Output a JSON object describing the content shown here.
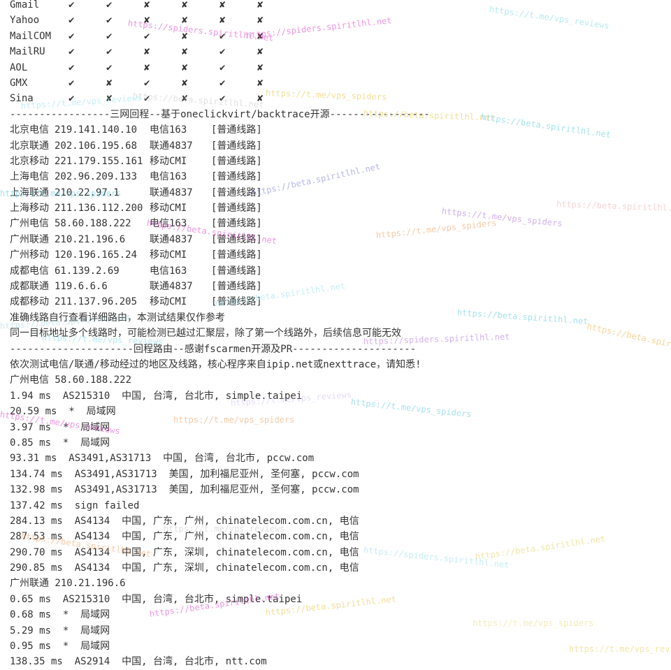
{
  "mail_table": {
    "rows": [
      {
        "provider": "Gmail",
        "marks": [
          "✔",
          "✔",
          "✘",
          "✘",
          "✘",
          "✘"
        ]
      },
      {
        "provider": "Yahoo",
        "marks": [
          "✔",
          "✔",
          "✘",
          "✘",
          "✘",
          "✘"
        ]
      },
      {
        "provider": "MailCOM",
        "marks": [
          "✔",
          "✔",
          "✔",
          "✘",
          "✔",
          "✘"
        ]
      },
      {
        "provider": "MailRU",
        "marks": [
          "✔",
          "✔",
          "✘",
          "✘",
          "✔",
          "✘"
        ]
      },
      {
        "provider": "AOL",
        "marks": [
          "✔",
          "✔",
          "✘",
          "✘",
          "✔",
          "✘"
        ]
      },
      {
        "provider": "GMX",
        "marks": [
          "✔",
          "✘",
          "✔",
          "✘",
          "✔",
          "✘"
        ]
      },
      {
        "provider": "Sina",
        "marks": [
          "✔",
          "✘",
          "✔",
          "✘",
          "✔",
          "✘"
        ]
      }
    ]
  },
  "backtrace": {
    "header": "-----------------三网回程--基于oneclickvirt/backtrace开源-----------------",
    "routes": [
      {
        "location": "北京电信",
        "ip": "219.141.140.10",
        "isp": "电信163",
        "route": "[普通线路]"
      },
      {
        "location": "北京联通",
        "ip": "202.106.195.68",
        "isp": "联通4837",
        "route": "[普通线路]"
      },
      {
        "location": "北京移动",
        "ip": "221.179.155.161",
        "isp": "移动CMI",
        "route": "[普通线路]"
      },
      {
        "location": "上海电信",
        "ip": "202.96.209.133",
        "isp": "电信163",
        "route": "[普通线路]"
      },
      {
        "location": "上海联通",
        "ip": "210.22.97.1",
        "isp": "联通4837",
        "route": "[普通线路]"
      },
      {
        "location": "上海移动",
        "ip": "211.136.112.200",
        "isp": "移动CMI",
        "route": "[普通线路]"
      },
      {
        "location": "广州电信",
        "ip": "58.60.188.222",
        "isp": "电信163",
        "route": "[普通线路]"
      },
      {
        "location": "广州联通",
        "ip": "210.21.196.6",
        "isp": "联通4837",
        "route": "[普通线路]"
      },
      {
        "location": "广州移动",
        "ip": "120.196.165.24",
        "isp": "移动CMI",
        "route": "[普通线路]"
      },
      {
        "location": "成都电信",
        "ip": "61.139.2.69",
        "isp": "电信163",
        "route": "[普通线路]"
      },
      {
        "location": "成都联通",
        "ip": "119.6.6.6",
        "isp": "联通4837",
        "route": "[普通线路]"
      },
      {
        "location": "成都移动",
        "ip": "211.137.96.205",
        "isp": "移动CMI",
        "route": "[普通线路]"
      }
    ],
    "note1": "准确线路自行查看详细路由，本测试结果仅作参考",
    "note2": "同一目标地址多个线路时，可能检测已越过汇聚层，除了第一个线路外，后续信息可能无效"
  },
  "route_trace": {
    "header": "---------------------回程路由--感谢fscarmen开源及PR---------------------",
    "intro": "依次测试电信/联通/移动经过的地区及线路，核心程序来自ipip.net或nexttrace，请知悉!",
    "targets": [
      {
        "title": "广州电信 58.60.188.222",
        "hops": [
          "1.94 ms  AS215310  中国, 台湾, 台北市, simple.taipei",
          "20.59 ms  *  局域网",
          "3.97 ms  *  局域网",
          "0.85 ms  *  局域网",
          "93.31 ms  AS3491,AS31713  中国, 台湾, 台北市, pccw.com",
          "134.74 ms  AS3491,AS31713  美国, 加利福尼亚州, 圣何塞, pccw.com",
          "132.98 ms  AS3491,AS31713  美国, 加利福尼亚州, 圣何塞, pccw.com",
          "137.42 ms  sign failed",
          "284.13 ms  AS4134  中国, 广东, 广州, chinatelecom.com.cn, 电信",
          "287.53 ms  AS4134  中国, 广东, 广州, chinatelecom.com.cn, 电信",
          "290.70 ms  AS4134  中国, 广东, 深圳, chinatelecom.com.cn, 电信",
          "290.85 ms  AS4134  中国, 广东, 深圳, chinatelecom.com.cn, 电信"
        ]
      },
      {
        "title": "广州联通 210.21.196.6",
        "hops": [
          "0.65 ms  AS215310  中国, 台湾, 台北市, simple.taipei",
          "0.68 ms  *  局域网",
          "5.29 ms  *  局域网",
          "0.95 ms  *  局域网",
          "138.35 ms  AS2914  中国, 台湾, 台北市, ntt.com"
        ]
      }
    ]
  },
  "watermarks": [
    {
      "text": "https://spiders.spiritlhl.net",
      "color": "#e040c8"
    },
    {
      "text": "https://spiders.spiritlhl.net",
      "color": "#e040c8"
    },
    {
      "text": "https://t.me/vps_reviews",
      "color": "#7fd6e8"
    },
    {
      "text": "https://t.me/vps_spiders",
      "color": "#e8c440"
    },
    {
      "text": "https://beta.spiritlhl.net",
      "color": "#c8c8c8"
    },
    {
      "text": "https://t.me/vps_reviews",
      "color": "#9ae0f0"
    },
    {
      "text": "https://beta.spiritlhl.net",
      "color": "#e8c440"
    },
    {
      "text": "https://beta.spiritlhl.net",
      "color": "#5ec7e0"
    },
    {
      "text": "https://beta.spiritlhl.net",
      "color": "#7a7ad8"
    },
    {
      "text": "https://t.me/vps_spiders",
      "color": "#b070e0"
    },
    {
      "text": "https://beta.spiritlhl.net",
      "color": "#f0b0b0"
    },
    {
      "text": "https://beta.spiritlhl.net",
      "color": "#e040c8"
    },
    {
      "text": "https://t.me/vps_spiders",
      "color": "#f0a060"
    },
    {
      "text": "https://t.me/vps_spiders",
      "color": "#5ec7e0"
    },
    {
      "text": "https://beta.spiritlhl.net",
      "color": "#5ec7e0"
    },
    {
      "text": "https://beta.spiritlhl.net",
      "color": "#9ae0f0"
    },
    {
      "text": "https://beta.spiritlhl.net",
      "color": "#a8d8e8"
    },
    {
      "text": "https://beta.spiritlhl.net",
      "color": "#f0b040"
    },
    {
      "text": "https://spiders.spiritlhl.net",
      "color": "#b070e0"
    },
    {
      "text": "https://t.me/vps_reviews",
      "color": "#7fd6e8"
    },
    {
      "text": "https://t.me/vps_spiders",
      "color": "#5ec7e0"
    },
    {
      "text": "https://t.me/vps_reviews",
      "color": "#d0c0f0"
    },
    {
      "text": "https://t.me/vps_spiders",
      "color": "#f0a060"
    },
    {
      "text": "https://t.me/vps_reviews",
      "color": "#e040c8"
    },
    {
      "text": "https://t.me/vps_reviews",
      "color": "#c8c8c8"
    },
    {
      "text": "https://beta.spiritlhl.net",
      "color": "#f0a060"
    },
    {
      "text": "https://spiders.spiritlhl.net",
      "color": "#9ae0f0"
    },
    {
      "text": "https://beta.spiritlhl.net",
      "color": "#e8d060"
    },
    {
      "text": "https://beta.spiritlhl.net",
      "color": "#e040c8"
    },
    {
      "text": "https://beta.spiritlhl.net",
      "color": "#e8c440"
    },
    {
      "text": "https://t.me/vps_spiders",
      "color": "#e8e080"
    },
    {
      "text": "https://t.me/vps_reviews",
      "color": "#e8d060"
    }
  ]
}
